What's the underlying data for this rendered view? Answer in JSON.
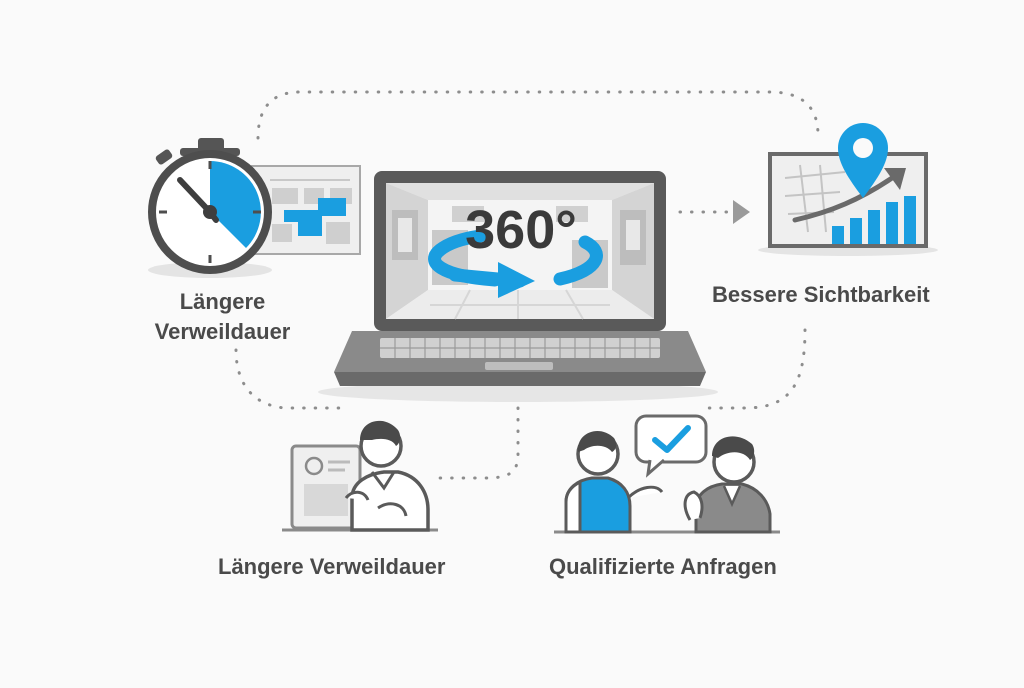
{
  "colors": {
    "accent": "#1a9ee0",
    "dark": "#4a4a4a",
    "mid": "#8d8d8d",
    "light": "#d8d8d8",
    "background": "#fafafa"
  },
  "center": {
    "badge": "360°",
    "icons": [
      "laptop-icon",
      "rotation-arrow-icon"
    ]
  },
  "nodes": {
    "top_left": {
      "label": "Längere Verweildauer",
      "icons": [
        "stopwatch-icon",
        "floor-plan-icon"
      ]
    },
    "right": {
      "label": "Bessere Sichtbarkeit",
      "icons": [
        "location-pin-icon",
        "growth-chart-icon"
      ]
    },
    "bottom_left": {
      "label": "Längere Verweildauer",
      "icons": [
        "person-with-tablet-icon"
      ]
    },
    "bottom_right": {
      "label": "Qualifizierte Anfragen",
      "icons": [
        "conversation-icon",
        "checkmark-speech-bubble-icon"
      ]
    }
  }
}
